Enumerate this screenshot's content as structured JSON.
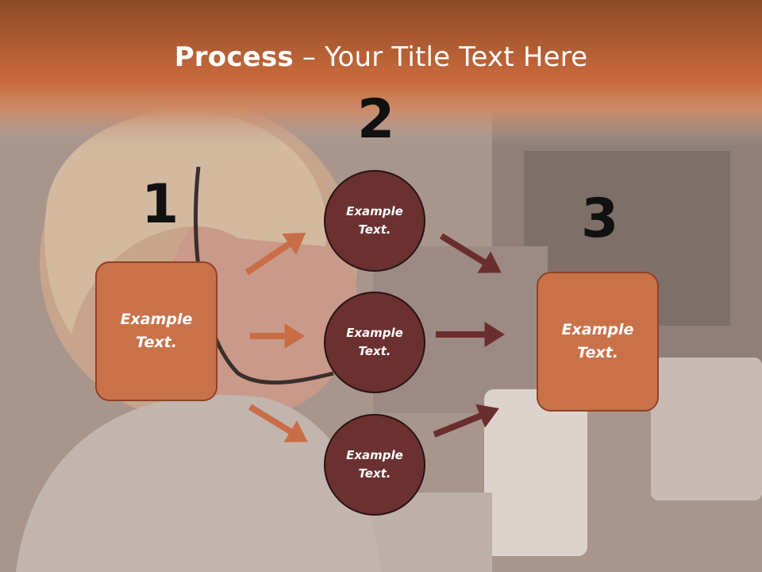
{
  "title": {
    "bold": "Process",
    "rest": " – Your Title Text Here"
  },
  "steps": [
    {
      "number": "1",
      "label": "Example\nText."
    },
    {
      "number": "2",
      "items": [
        "Example\nText.",
        "Example\nText.",
        "Example\nText."
      ]
    },
    {
      "number": "3",
      "label": "Example\nText."
    }
  ],
  "colors": {
    "header": "#c96a3c",
    "box": "#c9724a",
    "circle": "#6b3030",
    "arrow_in": "#c96d46",
    "arrow_out": "#6b2e2e"
  }
}
